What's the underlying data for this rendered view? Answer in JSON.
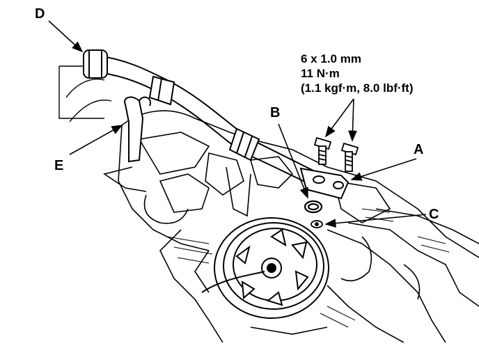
{
  "callouts": {
    "a": "A",
    "b": "B",
    "c": "C",
    "d": "D",
    "e": "E"
  },
  "torque_spec": {
    "bolt_size": "6 x 1.0 mm",
    "torque_nm": "11 N·m",
    "torque_alt": "(1.1 kgf·m, 8.0 lbf·ft)"
  },
  "colors": {
    "ink": "#000000",
    "paper": "#ffffff"
  }
}
